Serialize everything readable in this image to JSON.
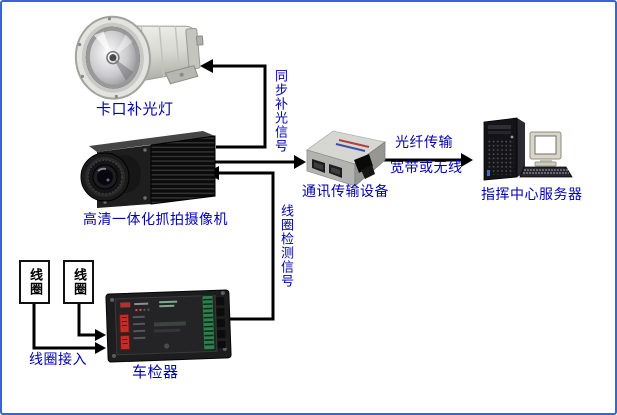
{
  "diagram": {
    "nodes": {
      "spotlight": {
        "label": "卡口补光灯"
      },
      "camera": {
        "label": "高清一体化抓拍摄像机"
      },
      "converter": {
        "label": "通讯传输设备"
      },
      "server": {
        "label": "指挥中心服务器"
      },
      "detector": {
        "label": "车检器"
      },
      "coil_left": {
        "label": "线圈"
      },
      "coil_right": {
        "label": "线圈"
      }
    },
    "edges": {
      "sync_light_signal": {
        "label": "同步补光信号"
      },
      "coil_detect_signal": {
        "label": "线圈检测信号"
      },
      "fiber_transmission": {
        "label": "光纤传输"
      },
      "broadband_or_wireless": {
        "label": "宽带或无线"
      },
      "coil_access": {
        "label": "线圈接入"
      }
    },
    "colors": {
      "label_text": "#0000b3",
      "line": "#000000",
      "frame_border": "#3565d8",
      "background": "#ffffff"
    }
  }
}
